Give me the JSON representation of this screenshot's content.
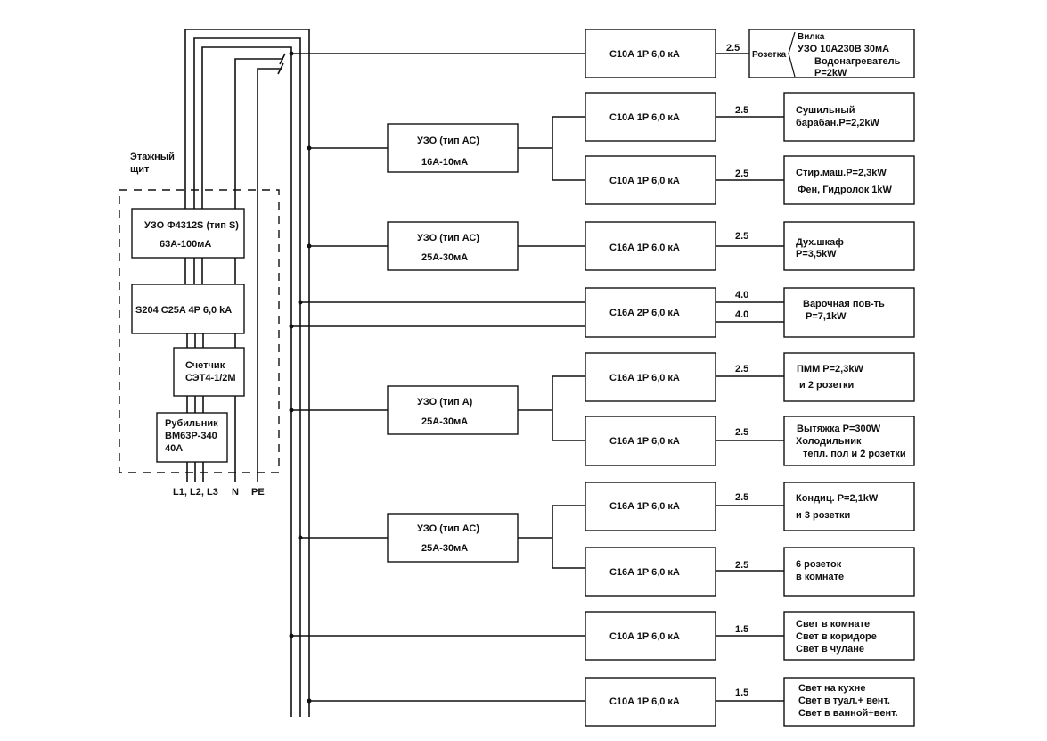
{
  "panel": {
    "title_line1": "Этажный",
    "title_line2": "щит",
    "rcd_main": {
      "line1": "УЗО Ф4312S (тип S)",
      "line2": "63А-100мА"
    },
    "main_breaker": {
      "line1": "S204 C25A 4P 6,0 kA"
    },
    "meter": {
      "line1": "Счетчик",
      "line2": "СЭТ4-1/2М"
    },
    "switch": {
      "line1": "Рубильник",
      "line2": "ВМ63Р-340",
      "line3": "40А"
    },
    "inputs": [
      "L1,",
      "L2,",
      "L3",
      "N",
      "PE"
    ]
  },
  "rcds": [
    {
      "line1": "УЗО (тип АС)",
      "line2": "16А-10мА"
    },
    {
      "line1": "УЗО (тип АС)",
      "line2": "25А-30мА"
    },
    {
      "line1": "УЗО (тип А)",
      "line2": "25А-30мА"
    },
    {
      "line1": "УЗО (тип АС)",
      "line2": "25А-30мА"
    }
  ],
  "circuits": [
    {
      "breaker": "C10A 1P  6,0 кА",
      "cable": "2.5",
      "load": [
        "Вилка",
        "УЗО 10А230В 30мА",
        "Водонагреватель",
        "P=2kW"
      ],
      "socket_label": "Розетка"
    },
    {
      "breaker": "C10A 1P  6,0 кА",
      "cable": "2.5",
      "load": [
        "Сушильный",
        "барабан.P=2,2kW"
      ]
    },
    {
      "breaker": "C10A 1P  6,0 кА",
      "cable": "2.5",
      "load": [
        "Стир.маш.P=2,3kW",
        "Фен, Гидролок 1kW"
      ]
    },
    {
      "breaker": "C16A 1P  6,0 кА",
      "cable": "2.5",
      "load": [
        "Дух.шкаф",
        "P=3,5kW"
      ]
    },
    {
      "breaker": "C16A 2P 6,0 кА",
      "cable": "4.0",
      "cable2": "4.0",
      "load": [
        "Варочная пов-ть",
        "P=7,1kW"
      ]
    },
    {
      "breaker": "C16A 1P 6,0 кА",
      "cable": "2.5",
      "load": [
        "ПММ P=2,3kW",
        "и 2 розетки"
      ]
    },
    {
      "breaker": "C16A 1P 6,0 кА",
      "cable": "2.5",
      "load": [
        "Вытяжка P=300W",
        "Холодильник",
        "тепл. пол и 2 розетки"
      ]
    },
    {
      "breaker": "C16A 1P 6,0 кА",
      "cable": "2.5",
      "load": [
        "Кондиц. P=2,1kW",
        "и 3 розетки"
      ]
    },
    {
      "breaker": "C16A 1P 6,0 кА",
      "cable": "2.5",
      "load": [
        "6 розеток",
        "в комнате"
      ]
    },
    {
      "breaker": "C10A 1P 6,0 кА",
      "cable": "1.5",
      "load": [
        "Свет в комнате",
        "Свет в коридоре",
        "Свет в чулане"
      ]
    },
    {
      "breaker": "C10A 1P 6,0 кА",
      "cable": "1.5",
      "load": [
        "Свет на кухне",
        "Свет в туал.+ вент.",
        "Свет в ванной+вент."
      ]
    }
  ]
}
